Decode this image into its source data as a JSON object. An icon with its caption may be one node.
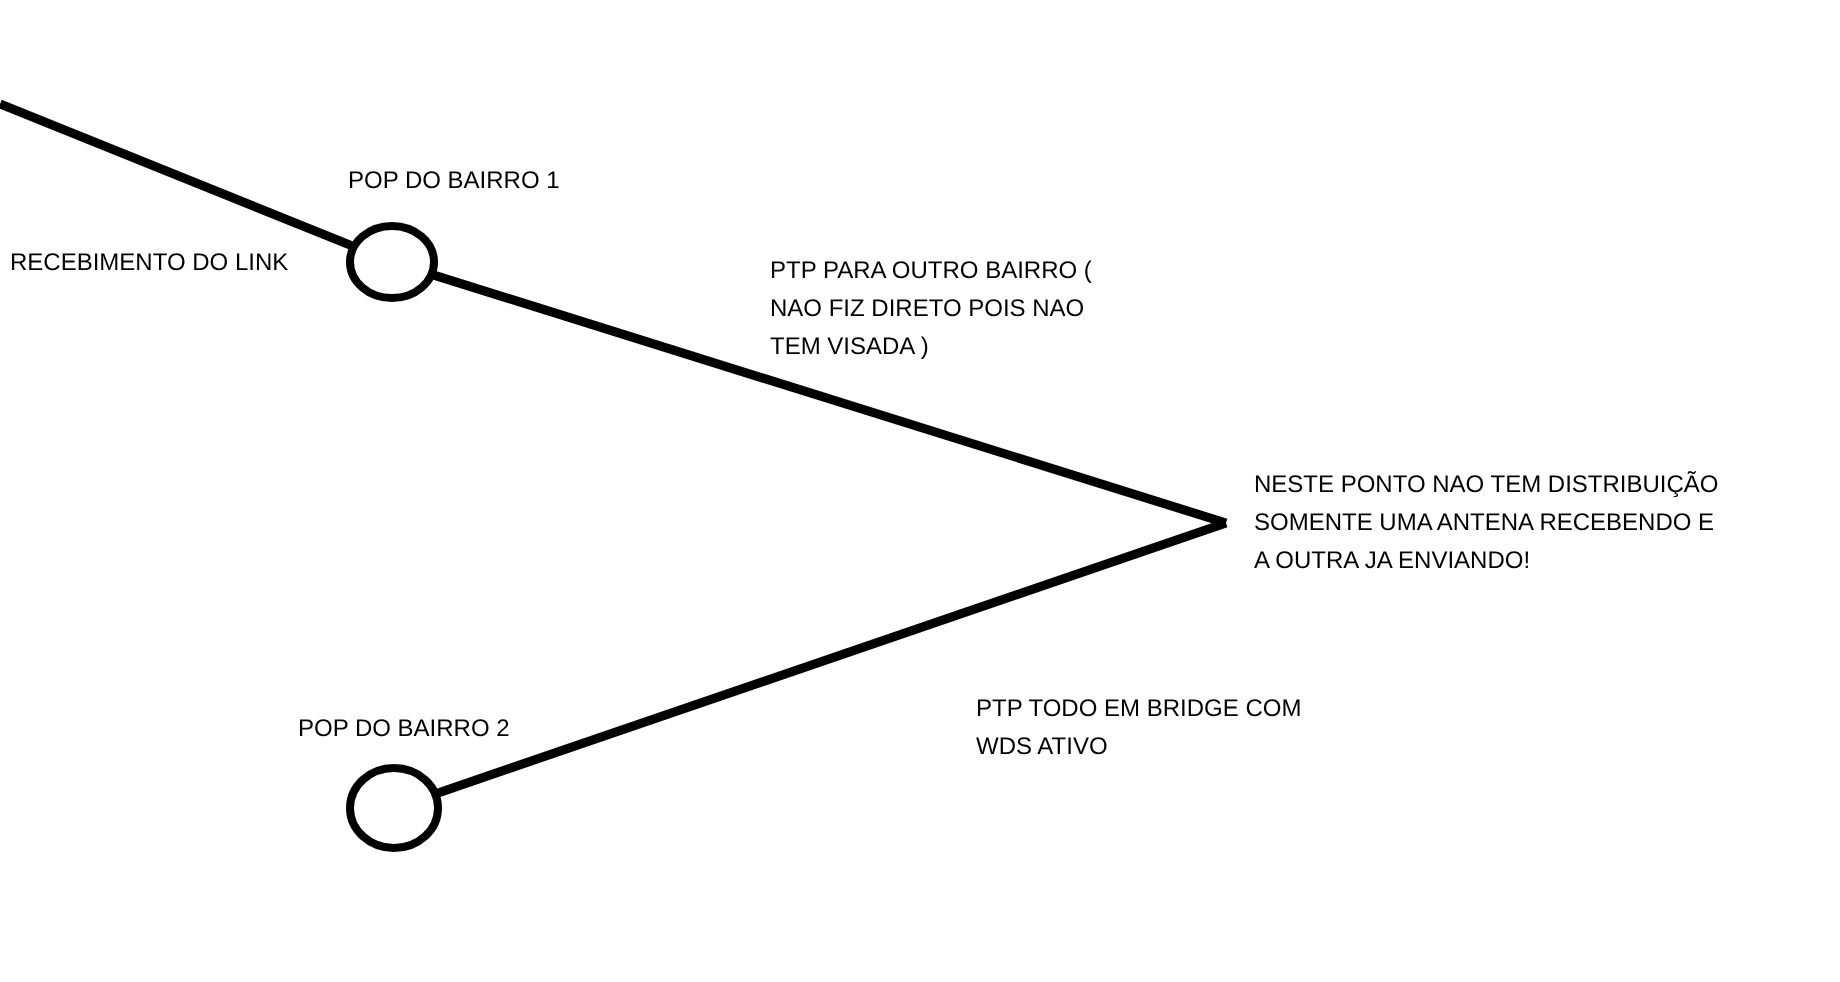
{
  "diagram": {
    "nodes": [
      {
        "text": [],
        "shape": "circle",
        "beside": [
          "POP DO BAIRRO 1"
        ]
      },
      {
        "text": [
          "NESTE PONTO NAO TEM DISTRIBUIÇÃO SOMENTE UMA ANTENA RECEBENDO E A OUTRA JA ENVIANDO!"
        ]
      },
      {
        "text": [],
        "shape": "circle",
        "beside": [
          "POP DO BAIRRO 2"
        ]
      }
    ],
    "edges": [
      {
        "from": null,
        "to": 0,
        "arrow": "none",
        "label": "RECEBIMENTO DO LINK"
      },
      {
        "from": 0,
        "to": 1,
        "arrow": "none",
        "label": "PTP PARA OUTRO BAIRRO ( NAO FIZ DIRETO POIS NAO TEM VISADA )"
      },
      {
        "from": 1,
        "to": 2,
        "arrow": "none",
        "label": "PTP TODO EM BRIDGE COM WDS ATIVO"
      }
    ]
  }
}
